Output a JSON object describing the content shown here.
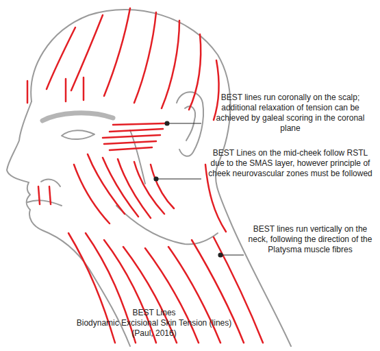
{
  "diagram": {
    "title": "BEST Lines",
    "caption": "Biodynamic Excisional Skin Tension (lines) (Paul, 2016)",
    "labels": [
      "BEST lines run coronally on the scalp; additional relaxation of tension can be achieved by galeal scoring in the coronal plane",
      "BEST Lines on the mid-cheek follow RSTL due to the SMAS layer, however principle of cheek neurovascular zones must be followed",
      "BEST lines run vertically on the neck, following the direction of the Platysma muscle fibres"
    ]
  }
}
